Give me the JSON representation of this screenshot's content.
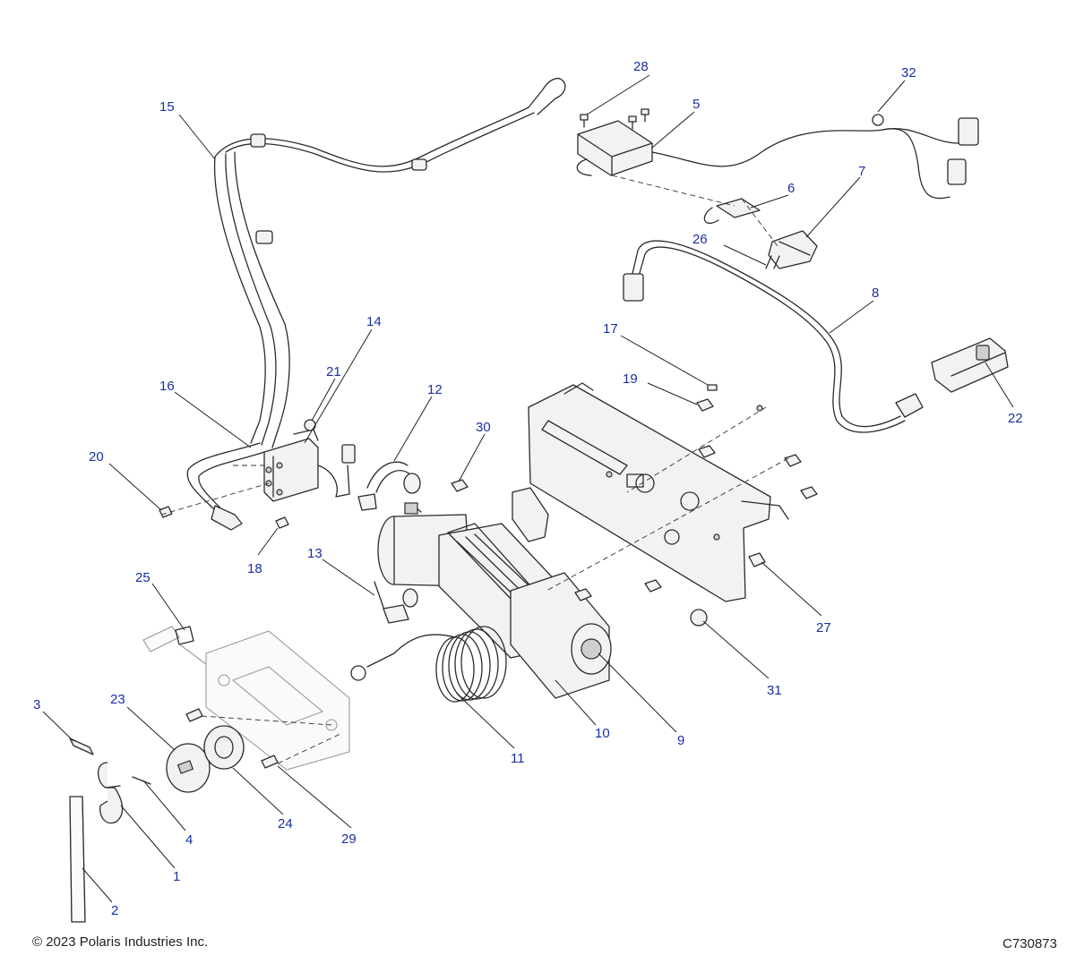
{
  "callouts": {
    "c1": "1",
    "c2": "2",
    "c3": "3",
    "c4": "4",
    "c5": "5",
    "c6": "6",
    "c7": "7",
    "c8": "8",
    "c9": "9",
    "c10": "10",
    "c11": "11",
    "c12": "12",
    "c13": "13",
    "c14": "14",
    "c15": "15",
    "c16": "16",
    "c17": "17",
    "c18": "18",
    "c19": "19",
    "c20": "20",
    "c21": "21",
    "c22": "22",
    "c23": "23",
    "c24": "24",
    "c25": "25",
    "c26": "26",
    "c27": "27",
    "c28": "28",
    "c29": "29",
    "c30": "30",
    "c31": "31",
    "c32": "32"
  },
  "footer": {
    "copyright": "© 2023 Polaris Industries Inc.",
    "drawing_id": "C730873"
  },
  "colors": {
    "callout_text": "#1a2fa0",
    "line_art": "#2b2b2b"
  }
}
